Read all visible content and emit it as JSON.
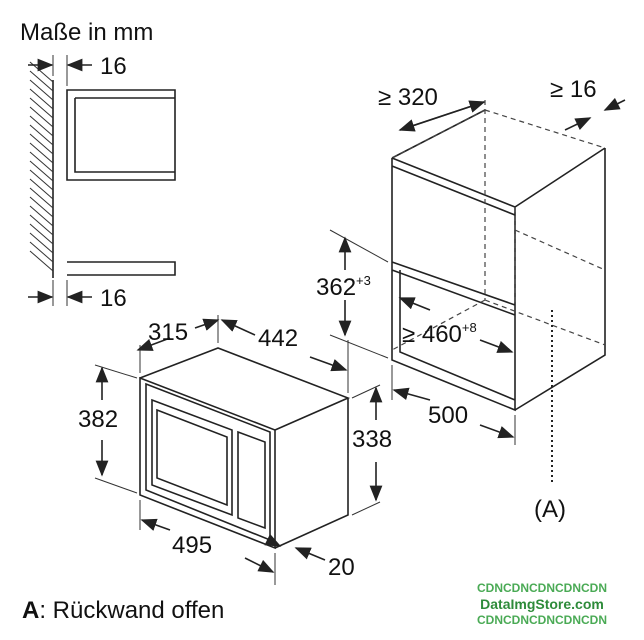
{
  "title": "Maße in mm",
  "side_view": {
    "top_gap": "16",
    "bottom_gap": "16"
  },
  "cabinet": {
    "depth_min": "≥ 320",
    "side_gap": "≥ 16",
    "height": "362",
    "height_tol": "+3",
    "width_min": "≥ 460",
    "width_tol": "+8",
    "depth": "500",
    "marker": "(A)"
  },
  "appliance": {
    "depth": "315",
    "width_body": "442",
    "height_front": "382",
    "height_body": "338",
    "width_front": "495",
    "front_depth": "20"
  },
  "legend": {
    "key": "A",
    "text": ": Rückwand offen"
  },
  "watermark": {
    "line1": "CDNCDNCDNCDNCDN",
    "line2": "DataImgStore.com",
    "line3": "CDNCDNCDNCDNCDN"
  }
}
